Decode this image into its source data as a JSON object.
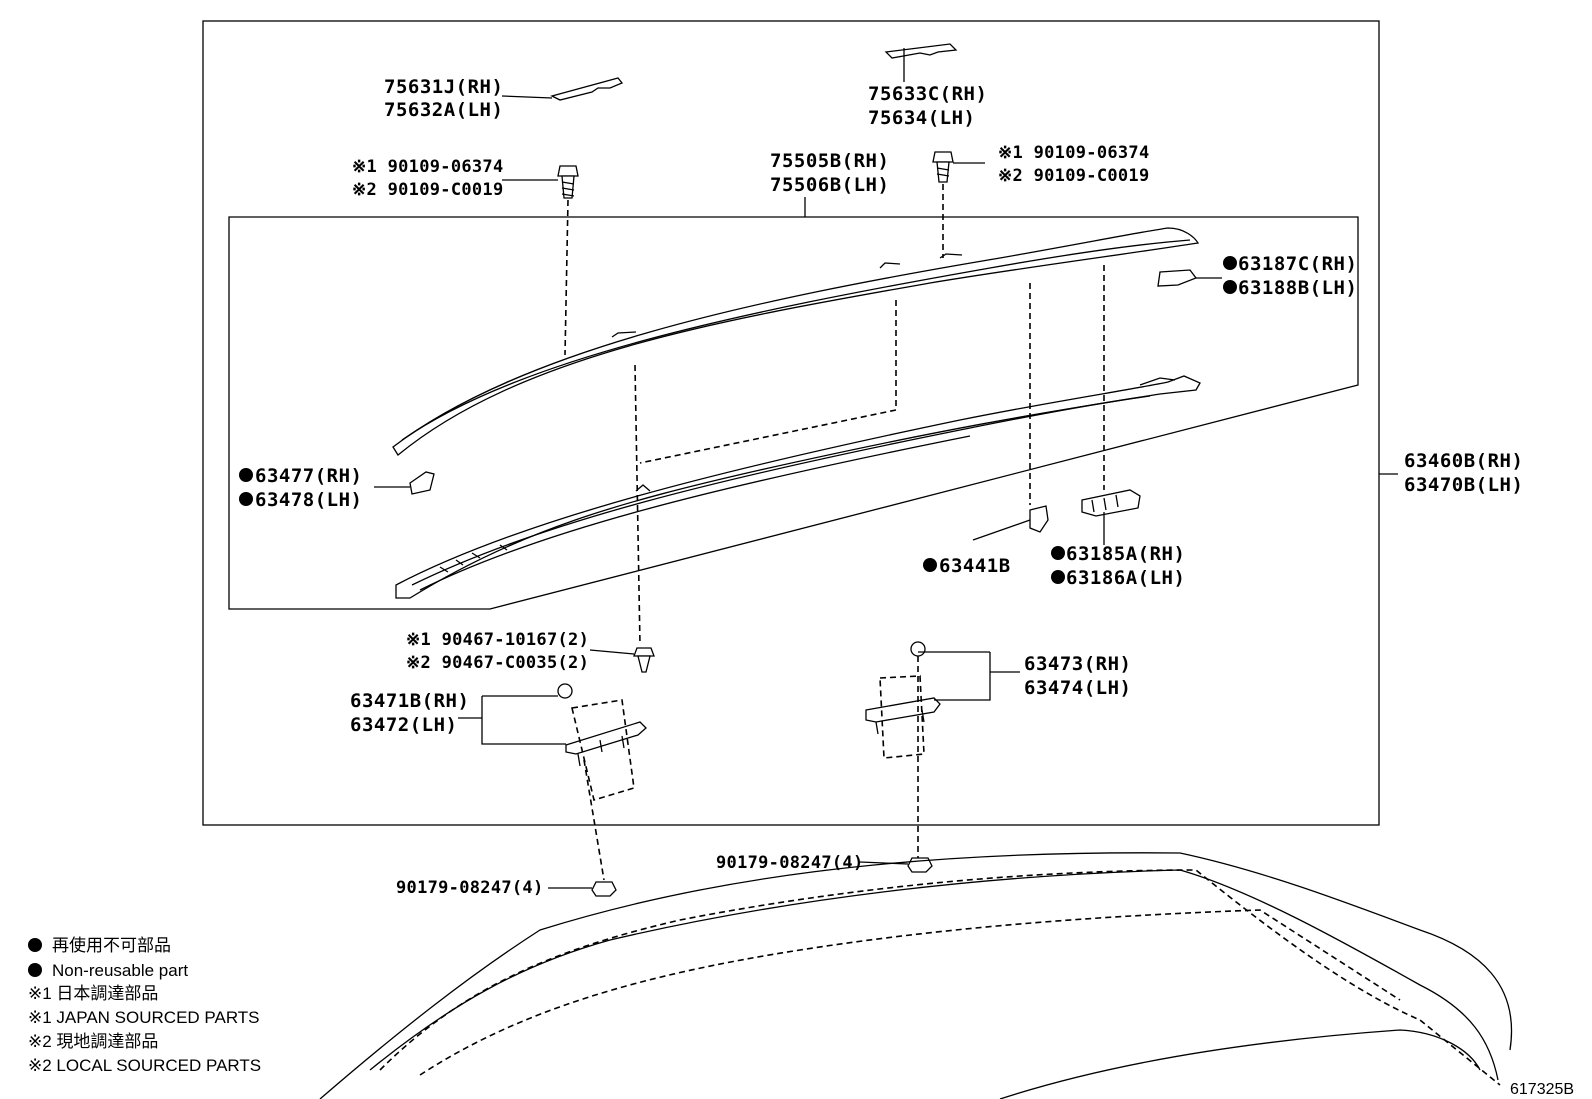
{
  "parts": {
    "p75631j": "75631J(RH)",
    "p75632a": "75632A(LH)",
    "p75633c": "75633C(RH)",
    "p75634": "75634(LH)",
    "bolt_left_1": "※1 90109-06374",
    "bolt_left_2": "※2 90109-C0019",
    "p75505b": "75505B(RH)",
    "p75506b": "75506B(LH)",
    "bolt_right_1": "※1 90109-06374",
    "bolt_right_2": "※2 90109-C0019",
    "p63187c": "63187C(RH)",
    "p63188b": "63188B(LH)",
    "p63460b": "63460B(RH)",
    "p63470b": "63470B(LH)",
    "p63477": "63477(RH)",
    "p63478": "63478(LH)",
    "p63441b": "63441B",
    "p63185a": "63185A(RH)",
    "p63186a": "63186A(LH)",
    "clip_1": "※1 90467-10167(2)",
    "clip_2": "※2 90467-C0035(2)",
    "p63473": "63473(RH)",
    "p63474": "63474(LH)",
    "p63471b": "63471B(RH)",
    "p63472": "63472(LH)",
    "nut_right": "90179-08247(4)",
    "nut_left": "90179-08247(4)"
  },
  "legend": {
    "line1": "再使用不可部品",
    "line2": "Non-reusable part",
    "line3": "※1 日本調達部品",
    "line4": "※1 JAPAN SOURCED PARTS",
    "line5": "※2 現地調達部品",
    "line6": "※2 LOCAL SOURCED PARTS"
  },
  "illustration_id": "617325B"
}
